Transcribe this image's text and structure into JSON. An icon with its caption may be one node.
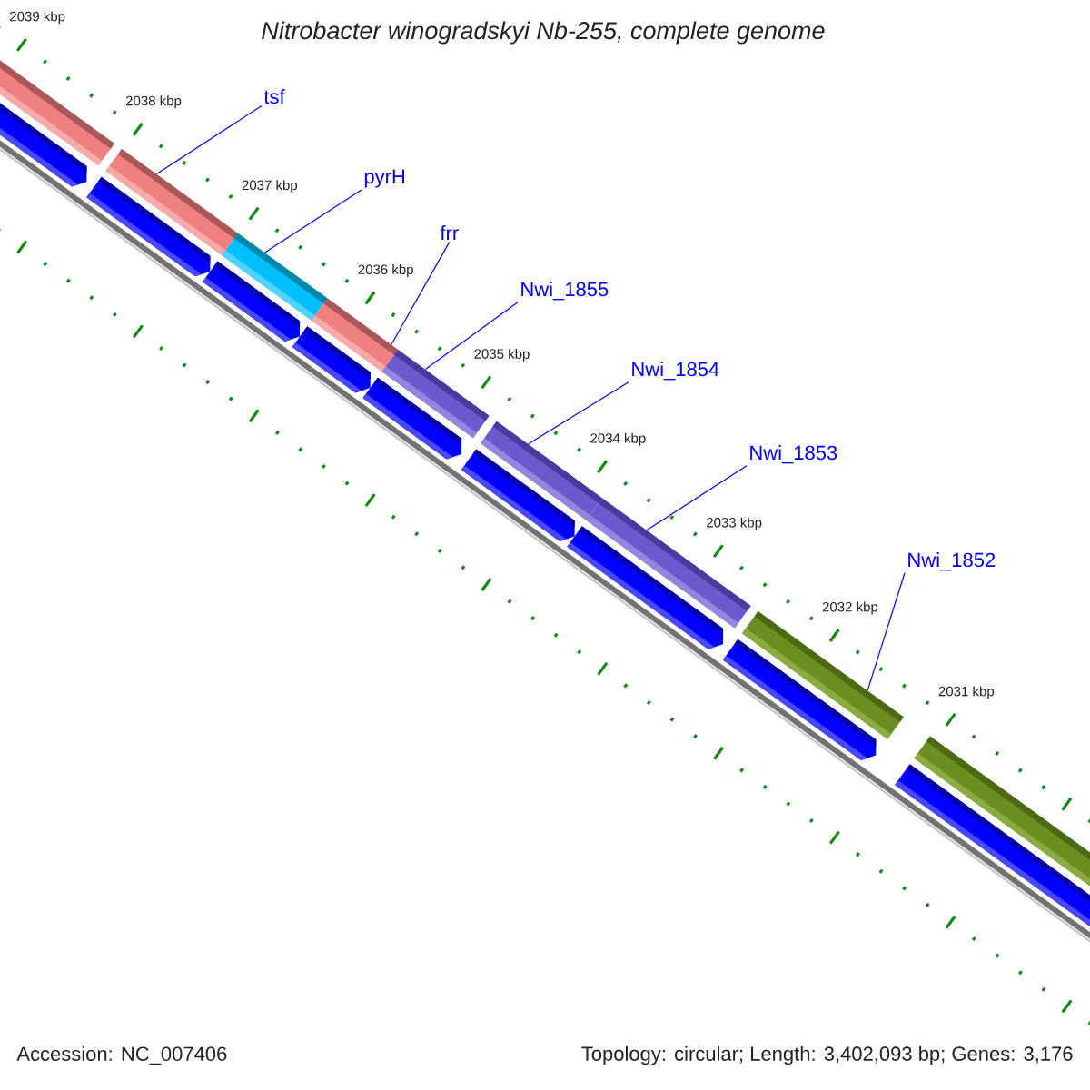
{
  "diagram": {
    "title": "Nitrobacter winogradskyi Nb-255, complete genome",
    "nodes": [
      {
        "text": [
          "tsf"
        ]
      },
      {
        "text": [
          "pyrH"
        ]
      },
      {
        "text": [
          "frr"
        ]
      },
      {
        "text": [
          "Nwi_1855"
        ]
      },
      {
        "text": [
          "Nwi_1854"
        ]
      },
      {
        "text": [
          "Nwi_1853"
        ]
      },
      {
        "text": [
          "Nwi_1852"
        ]
      },
      {
        "text": [],
        "shape": "bar"
      },
      {
        "text": [],
        "shape": "bar"
      },
      {
        "text": [],
        "shape": "bar"
      },
      {
        "text": [],
        "shape": "bar"
      },
      {
        "text": [],
        "shape": "bar"
      },
      {
        "text": [],
        "shape": "bar"
      },
      {
        "text": [],
        "shape": "bar"
      }
    ],
    "edges": [
      {
        "from": 0,
        "to": 7,
        "arrow": "none"
      },
      {
        "from": 1,
        "to": 8,
        "arrow": "none"
      },
      {
        "from": 2,
        "to": 9,
        "arrow": "none"
      },
      {
        "from": 3,
        "to": 10,
        "arrow": "none"
      },
      {
        "from": 4,
        "to": 11,
        "arrow": "none"
      },
      {
        "from": 5,
        "to": 12,
        "arrow": "none"
      },
      {
        "from": 6,
        "to": 13,
        "arrow": "none"
      }
    ],
    "labels": [
      "2039 kbp",
      "2038 kbp",
      "2037 kbp",
      "2036 kbp",
      "2035 kbp",
      "2034 kbp",
      "2033 kbp",
      "2032 kbp",
      "2031 kbp",
      "Accession: NC_007406",
      "Topology: circular; Length: 3,402,093 bp; Genes: 3,176"
    ]
  }
}
